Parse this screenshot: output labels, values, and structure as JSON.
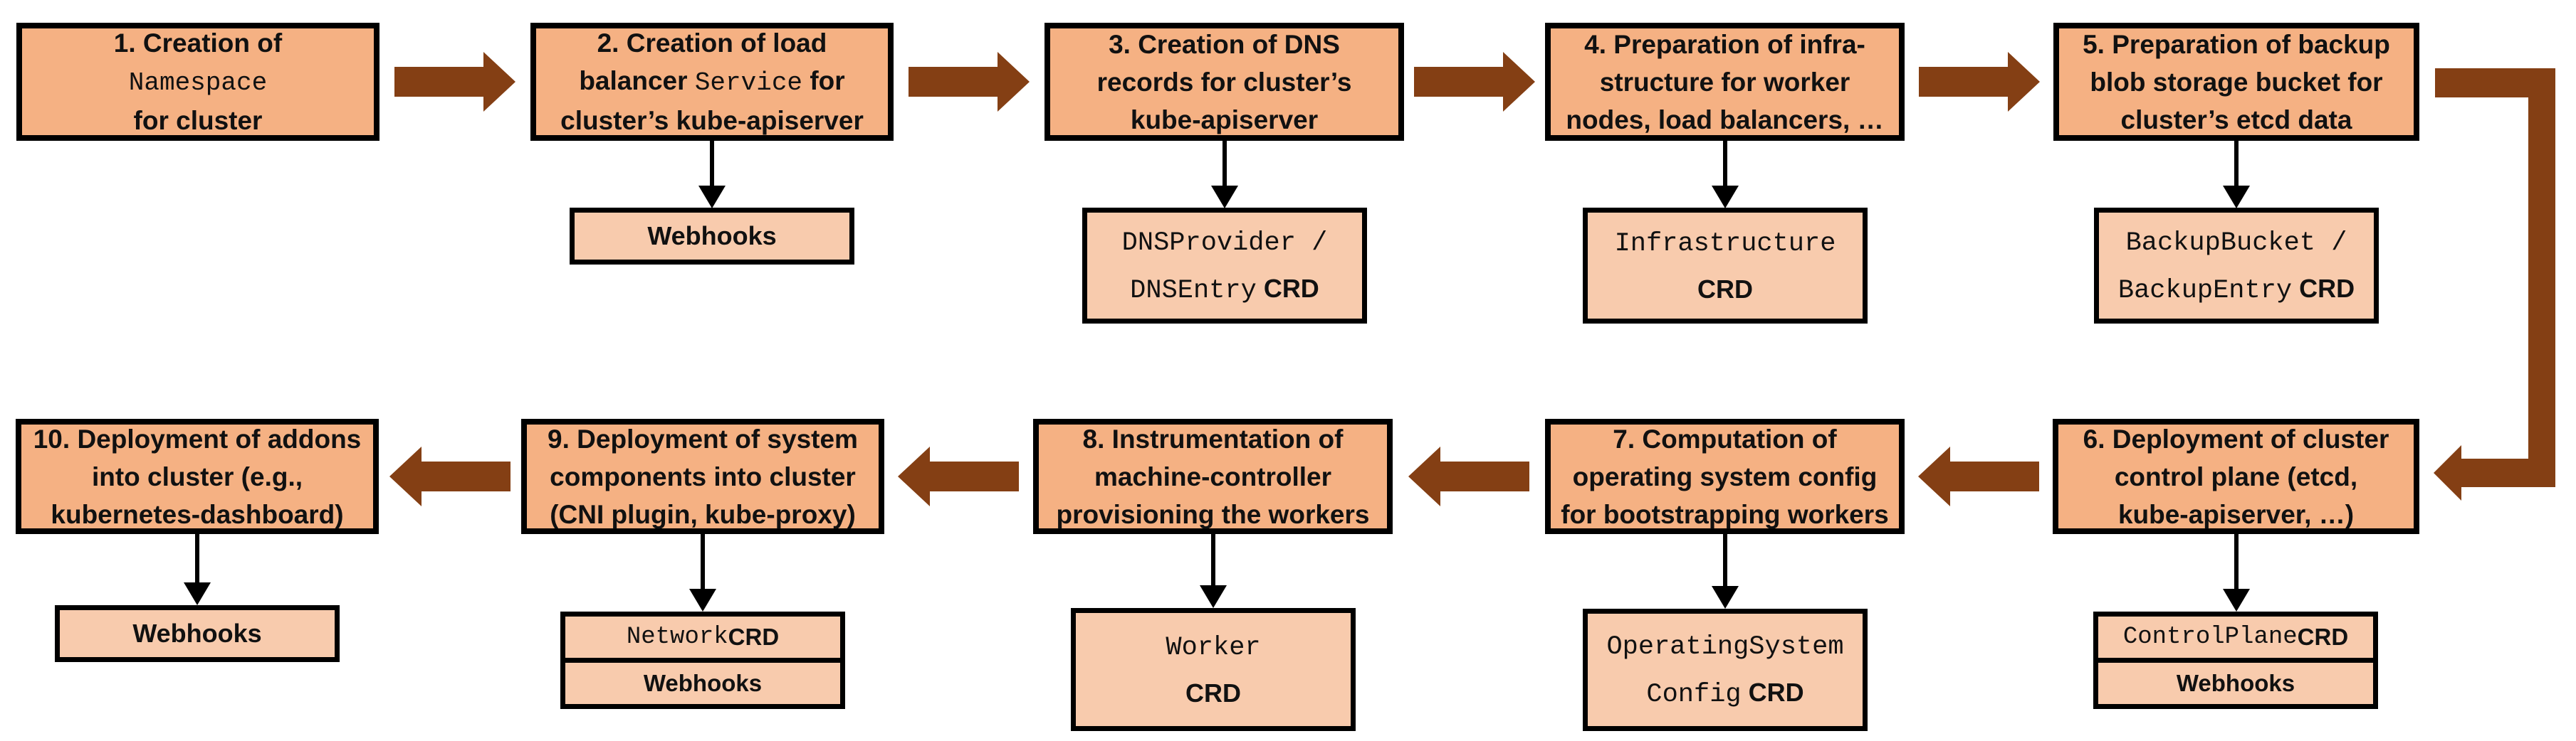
{
  "palette": {
    "main_box_fill": "#F5B183",
    "sub_box_fill": "#F8CBAD",
    "border_color": "#000000",
    "arrow_color": "#843F14",
    "text_color": "#111111",
    "background": "#FFFFFF"
  },
  "steps": [
    {
      "id": "1",
      "label": "1. Creation of\n`Namespace`\nfor cluster",
      "subs": []
    },
    {
      "id": "2",
      "label": "2. Creation of load\nbalancer `Service` for\ncluster’s kube-apiserver",
      "subs": [
        "Webhooks"
      ]
    },
    {
      "id": "3",
      "label": "3. Creation of DNS\nrecords for cluster’s\nkube-apiserver",
      "subs": [
        "`DNSProvider /`\n`DNSEntry` CRD"
      ]
    },
    {
      "id": "4",
      "label": "4. Preparation of infra-\nstructure for worker\nnodes, load balancers, …",
      "subs": [
        "`Infrastructure`\nCRD"
      ]
    },
    {
      "id": "5",
      "label": "5. Preparation of backup\nblob storage bucket for\ncluster’s etcd data",
      "subs": [
        "`BackupBucket /`\n`BackupEntry` CRD"
      ]
    },
    {
      "id": "6",
      "label": "6. Deployment of cluster\ncontrol plane (etcd,\nkube-apiserver, …)",
      "subs": [
        "`ControlPlane` CRD",
        "Webhooks"
      ]
    },
    {
      "id": "7",
      "label": "7. Computation of\noperating system config\nfor bootstrapping workers",
      "subs": [
        "`OperatingSystem`\n`Config` CRD"
      ]
    },
    {
      "id": "8",
      "label": "8. Instrumentation of\nmachine-controller\nprovisioning the workers",
      "subs": [
        "`Worker`\nCRD"
      ]
    },
    {
      "id": "9",
      "label": "9. Deployment of system\ncomponents into cluster\n(CNI plugin, kube-proxy)",
      "subs": [
        "`Network` CRD",
        "Webhooks"
      ]
    },
    {
      "id": "10",
      "label": "10. Deployment of addons\ninto cluster (e.g.,\nkubernetes-dashboard)",
      "subs": [
        "Webhooks"
      ]
    }
  ]
}
